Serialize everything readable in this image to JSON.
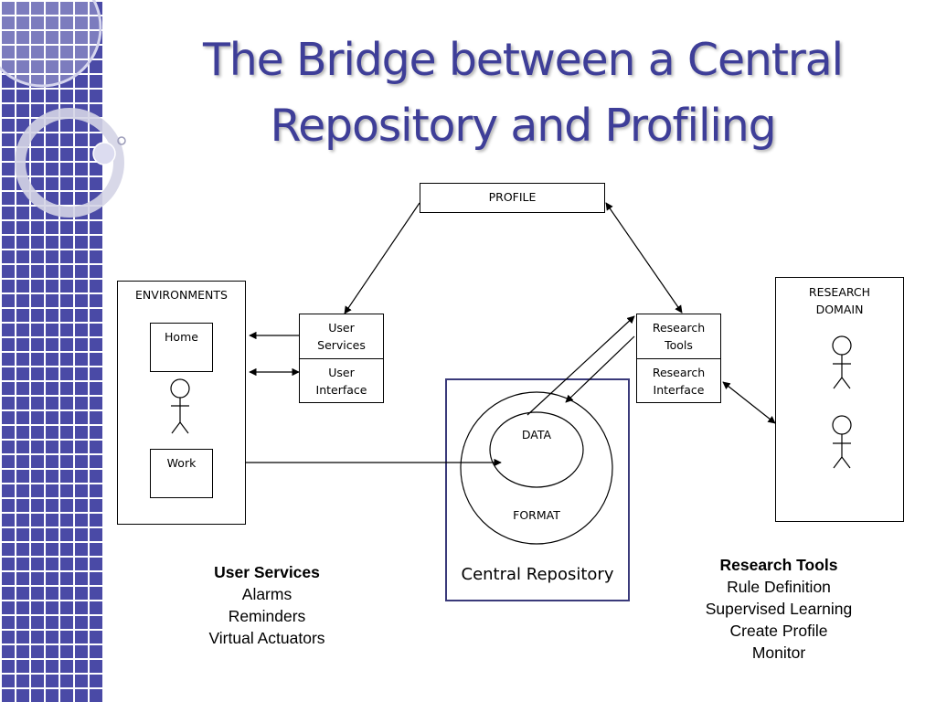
{
  "title": {
    "line1": "The Bridge between a Central",
    "line2": "Repository and Profiling"
  },
  "diagram": {
    "profile": "PROFILE",
    "environments": {
      "label": "ENVIRONMENTS",
      "home": "Home",
      "work": "Work"
    },
    "user_box": {
      "services_line1": "User",
      "services_line2": "Services",
      "interface_line1": "User",
      "interface_line2": "Interface"
    },
    "research_box": {
      "tools_line1": "Research",
      "tools_line2": "Tools",
      "interface_line1": "Research",
      "interface_line2": "Interface"
    },
    "research_domain": {
      "line1": "RESEARCH",
      "line2": "DOMAIN"
    },
    "repository": {
      "data": "DATA",
      "format": "FORMAT",
      "label": "Central Repository"
    }
  },
  "user_services_notes": {
    "heading": "User Services",
    "items": [
      "Alarms",
      "Reminders",
      "Virtual Actuators"
    ]
  },
  "research_tools_notes": {
    "heading": "Research Tools",
    "items": [
      "Rule Definition",
      "Supervised Learning",
      "Create Profile",
      "Monitor"
    ]
  },
  "colors": {
    "title": "#3e3e98",
    "stripe": "#4a4aa6",
    "repository_border": "#3a3a7a"
  }
}
